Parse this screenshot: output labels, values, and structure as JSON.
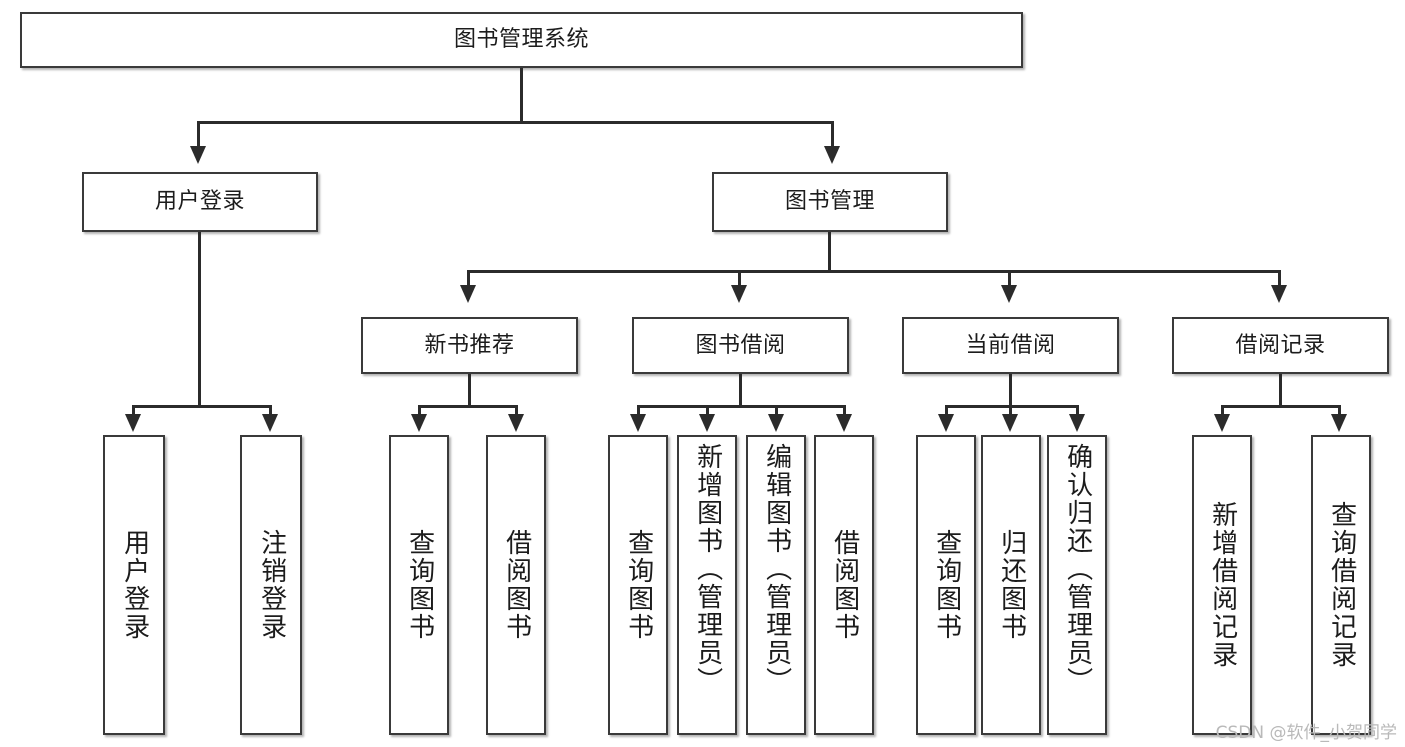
{
  "diagram": {
    "title": "图书管理系统",
    "type": "tree-hierarchy-chart",
    "watermark": "CSDN @软件_小贺同学",
    "colors": {
      "box_border": "#3a3a3a",
      "connector": "#2b2b2b",
      "background": "#ffffff",
      "text": "#1c1c1c",
      "watermark": "#b9b9b9"
    },
    "root": {
      "label": "图书管理系统"
    },
    "level2": [
      {
        "label": "用户登录"
      },
      {
        "label": "图书管理"
      }
    ],
    "level3": [
      {
        "label": "新书推荐"
      },
      {
        "label": "图书借阅"
      },
      {
        "label": "当前借阅"
      },
      {
        "label": "借阅记录"
      }
    ],
    "leaves": {
      "user_login": [
        {
          "label": "用户登录"
        },
        {
          "label": "注销登录"
        }
      ],
      "new_book": [
        {
          "label": "查询图书"
        },
        {
          "label": "借阅图书"
        }
      ],
      "book_borrow": [
        {
          "label": "查询图书"
        },
        {
          "label": "新增图书（管理员）"
        },
        {
          "label": "编辑图书（管理员）"
        },
        {
          "label": "借阅图书"
        }
      ],
      "current_borrow": [
        {
          "label": "查询图书"
        },
        {
          "label": "归还图书"
        },
        {
          "label": "确认归还（管理员）"
        }
      ],
      "borrow_record": [
        {
          "label": "新增借阅记录"
        },
        {
          "label": "查询借阅记录"
        }
      ]
    }
  }
}
